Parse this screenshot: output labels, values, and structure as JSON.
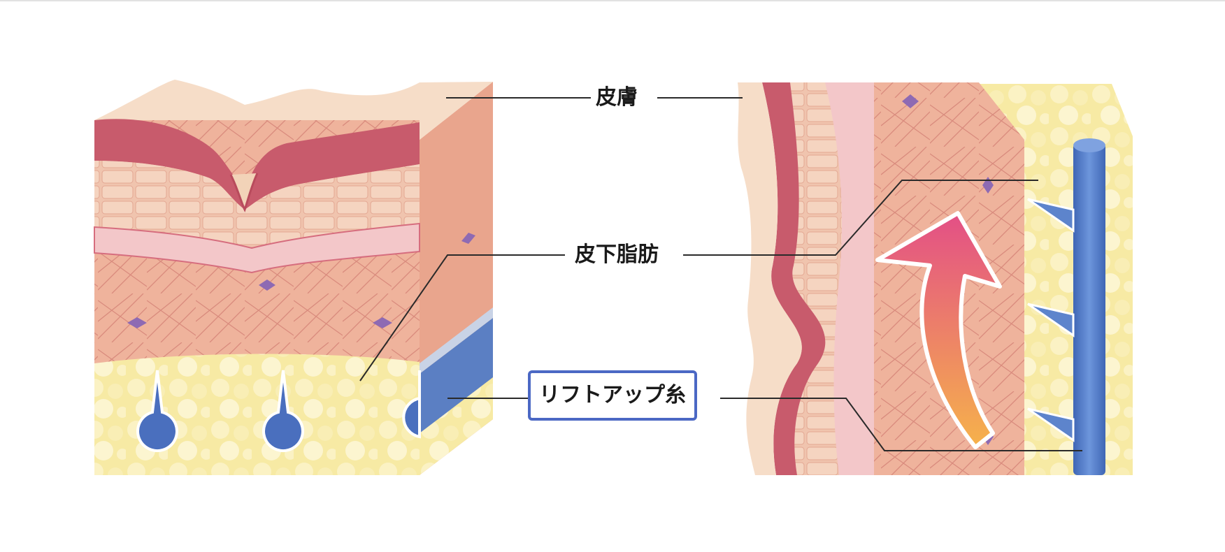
{
  "labels": {
    "skin": "皮膚",
    "subcutaneous_fat": "皮下脂肪",
    "lift_thread": "リフトアップ糸"
  },
  "colors": {
    "skin_surface": "#f6ddc8",
    "dermis": "#efb39c",
    "red_layer": "#bb4d5e",
    "fat": "#f7eaa4",
    "thread_blue": "#4f79c6",
    "arrow_pink": "#e34f86",
    "arrow_orange": "#f2a04a",
    "label_border": "#4b68c4",
    "leader_line": "#2a2a2a"
  },
  "panels": {
    "left": "before-lift-skin-cross-section",
    "right": "after-lift-skin-cross-section"
  }
}
